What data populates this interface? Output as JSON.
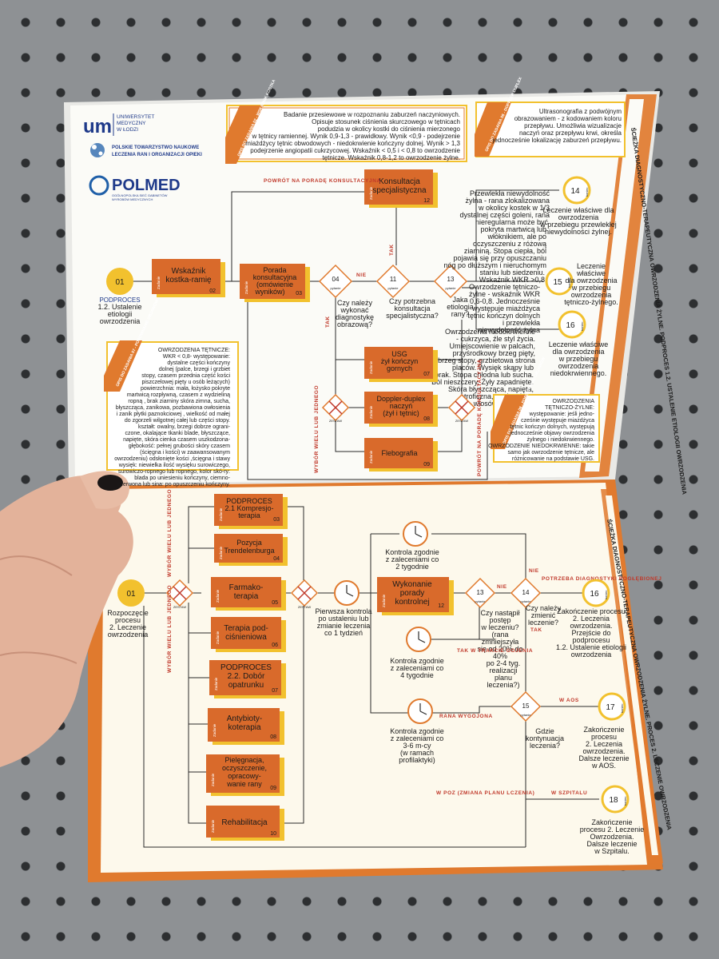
{
  "logos": {
    "um": {
      "mark": "um",
      "lines": [
        "UNIWERSYTET",
        "MEDYCZNY",
        "W ŁODZI"
      ]
    },
    "ptn": {
      "lines": [
        "POLSKIE TOWARZYSTWO NAUKOWE",
        "LECZENIA RAN I ORGANIZACJI OPIEKI"
      ]
    },
    "polmed": {
      "name": "POLMED",
      "sub1": "OGÓLNOPOLSKA SIEĆ GABINETÓW",
      "sub2": "WYROBÓW MEDYCZNYCH"
    }
  },
  "top": {
    "side_title": "ŚCIEŻKA DIAGNOSTYCZNO-TERAPEUTYCZNA OWRZODZENIA ŻYLNE. PODPROCES 1.2. USTALENIE ETIOLOGII OWRZODZENIA",
    "tag_wkr": "OPIS DO ZADANIA 02 - WSKAŹNIK KOSTKA",
    "tag_usg": "OPIS DO ZADANIA 08 - DOPPLER-DUPLEX",
    "tag_ozt": "OPIS DO ZADANIA 08 - POROWNANIE OBJAWÓW",
    "tag_ozz": "OPIS DO ZADANIA 07 - POROWNANIE OBJAWÓW",
    "wkr_desc": [
      "Badanie przesiewowe w rozpoznaniu zaburzeń naczyniowych.",
      "Opisuje stosunek ciśnienia skurczowego w tętnicach",
      "podudzia w okolicy kostki do ciśnienia mierzonego",
      "w tętnicy ramiennej. Wynik 0,9-1,3 - prawidłowy. Wynik <0,9 - podejrzenie",
      "miażdżycy tętnic obwodowych - niedokrwienie kończyny dolnej. Wynik > 1,3",
      "podejrzenie angiopatii cukrzycowej. Wskaźnik < 0,5 i < 0,8 to owrzodzenie",
      "tętnicze. Wskaźnik 0,8-1,2 to owrzodzenie żylne."
    ],
    "usg_desc": [
      "Ultrasonografia z podwójnym",
      "obrazowaniem - z kodowaniem koloru",
      "przepływu. Umożliwia wizualizacje",
      "naczyń oraz przepływu krwi, określa",
      "jednocześnie lokalizację zaburzeń przepływu."
    ],
    "ot_desc": [
      "OWRZODZENIA TĘTNICZE:",
      "WKR < 0,8- występowanie:",
      "dystalne części kończyny",
      "dolnej (palce, brzegi i grzbiet",
      "stopy, czasem przednia część kości",
      "piszczelowej pięty u osób leżących)",
      "powierzchnia: mała, łożysko pokryte",
      "martwicą rozpływną, czasem z wydzieliną",
      "ropną , brak ziarniny skóra zimna, sucha,",
      "błyszcząca, zanikowa, pozbawiona owłosienia",
      "i zanik płytki paznokciowej , wielkość od małej",
      "do zgorzeli wilgotnej całej lub części stopy.",
      "kształt: owalny, brzegi dobrze ograni-",
      "czone, okalające tkanki blade, błyszczące,",
      "napięte, skóra cienka czasem uszkodzona-",
      "głębokość: pełnej grubości skóry czasem",
      "(ścięgna i kości) w zaawansowanym",
      "owrzodzeniu) odsłonięte kości ,ścięgna i stawy",
      "wysięk: niewielka ilość wysięku surowiczego,",
      "surowiczo-ropnego lub ropnego, kolor skó-ry:",
      "blada po uniesieniu kończyny, ciemno-",
      "czerwona lub sina: po opuszczeniu kończyny."
    ],
    "n01": "01",
    "n01_label": [
      "PODPROCES",
      "1.2. Ustalenie",
      "etiologii",
      "owrzodzenia"
    ],
    "t02": [
      "Wskaźnik",
      "kostka-ramię"
    ],
    "t02_num": "02",
    "t03": [
      "Porada",
      "konsultacyjna",
      "(omówienie",
      "wyników)"
    ],
    "t03_num": "03",
    "t12": [
      "Konsultacja",
      "specjalistyczna"
    ],
    "t12_num": "12",
    "q04": "04",
    "q04_text": [
      "Czy należy",
      "wykonać",
      "diagnostykę",
      "obrazową?"
    ],
    "q11": "11",
    "q11_text": [
      "Czy potrzebna",
      "konsultacja",
      "specjalistyczna?"
    ],
    "q13": "13",
    "q13_text": [
      "Jaka",
      "etiologia",
      "rany?"
    ],
    "e14": "14",
    "e15": "15",
    "e16": "16",
    "koniec": "koniec",
    "e14_text": [
      "Leczenie właściwe dla",
      "owrzodzenia",
      "w przebiegu przewlekłej",
      "niewydolności żylnej."
    ],
    "e15_text": [
      "Leczenie",
      "właściwe",
      "dla owrzodzenia",
      "w przebiegu",
      "owrzodzenia",
      "tętniczo-żylnego."
    ],
    "e16_text": [
      "Leczenie właściwe",
      "dla owrzodzenia",
      "w przebiegu",
      "owrzodzenia",
      "niedokrwiennego."
    ],
    "pnz_text": [
      "Przewlekła niewydolność",
      "żylna - rana zlokalizowana",
      "w okolicy kostek w 1/3",
      "dystalnej części goleni, rana",
      "nieregularna może być",
      "pokryta martwicą lub",
      "włóknikiem, ale po",
      "oczyszczeniu z różową",
      "ziarniną. Stopa ciepła, ból",
      "pojawia się przy opuszczaniu",
      "nóg po dłuższym i nieruchomym",
      "staniu lub siedzeniu.",
      "Wskaźnik WKR >0,8"
    ],
    "otz_text": [
      "Owrzodzenie tętniczo-",
      "żylne - wskaźnik WKR",
      "0,6-0,8. Jednocześnie",
      "występuje miażdżyca",
      "tętnic kończyn dolnych",
      "i przewlekła",
      "niewydolność żylna"
    ],
    "on_text": [
      "Owrzodzenia niedokrwienne",
      "- cukrzyca, źle styl życia.",
      "Umiejscowienie w palcach,",
      "przyśrodkowy brzeg pięty,",
      "brzeg stopy, grzbietowa strona",
      "placów. Wysięk skąpy lub",
      "brak. Stopa chłodna lub sucha.",
      "Ból nieszczery. Żyły zapadnięte.",
      "Skóra błyszcząca, napięta,",
      "atroficzna, pozbawiona",
      "włosów. WKR <0,6"
    ],
    "ozt2_text": [
      "OWRZODZENIA",
      "TĘTNICZO-ŻYLNE:",
      "występowanie: jeśli jedno-",
      "cześnie występuje miażdżyca",
      "tętnic kończyn dolnych, występują",
      "jednocześnie objawy owrzodzenia",
      "żylnego i niedokrwiennego.",
      "OWRZODZENIE NIEDOKRWIENNE: takie",
      "samo jak owrzodzenie tętnicze, ale",
      "różnicowanie na podstawie USG."
    ],
    "t07": [
      "USG",
      "żył kończyn",
      "gornych"
    ],
    "t07_num": "07",
    "t08": [
      "Doppler-duplex",
      "naczyń",
      "(żył i tętnic)"
    ],
    "t08_num": "08",
    "t09": [
      "Flebografia"
    ],
    "t09_num": "09",
    "zadanie": "Zadanie",
    "pytanie": "pytanie",
    "lbl_powrot1": "POWRÓT NA PORADĘ KONSULTACYJNĄ",
    "lbl_powrot2": "POWRÓT NA PORADĘ KONSULTACYJNĄ",
    "lbl_nie": "NIE",
    "lbl_tak": "TAK",
    "lbl_tak2": "TAK",
    "lbl_wybor": "WYBÓR WIELU LUB JEDNEGO",
    "lbl_zestaw": "ZESTAW"
  },
  "bottom": {
    "side_title": "ŚCIEŻKA DIAGNOSTYCZNO-TERAPEUTYCZNA OWRZODZENIA ŻYLNE. PROCES 2. LECZENIE OWRZODZENIA",
    "n01": "01",
    "n01_label": [
      "Rozpoczęcie",
      "procesu",
      "2. Leczenie",
      "owrzodzenia"
    ],
    "tasks": [
      {
        "lines": [
          "PODPROCES",
          "2.1 Kompresjo-",
          "terapia"
        ],
        "num": "03"
      },
      {
        "lines": [
          "Pozycja",
          "Trendelenburga"
        ],
        "num": "04"
      },
      {
        "lines": [
          "Farmako-",
          "terapia"
        ],
        "num": "05"
      },
      {
        "lines": [
          "Terapia pod-",
          "ciśnieniowa"
        ],
        "num": "06"
      },
      {
        "lines": [
          "PODPROCES",
          "2.2. Dobór",
          "opatrunku"
        ],
        "num": "07"
      },
      {
        "lines": [
          "Antybioty-",
          "koterapia"
        ],
        "num": "08"
      },
      {
        "lines": [
          "Pielęgnacja,",
          "oczyszczenie,",
          "opracowy-",
          "wanie rany"
        ],
        "num": "09"
      },
      {
        "lines": [
          "Rehabilitacja"
        ],
        "num": "10"
      }
    ],
    "lbl_wybor": "WYBÓR WIELU LUB JEDNEGO",
    "lbl_zestaw": "ZESTAW",
    "timer1": [
      "Pierwsza kontrola",
      "po ustaleniu lub",
      "zmianie leczenia",
      "co 1 tydzień"
    ],
    "timer2": [
      "Kontrola zgodnie",
      "z zaleceniami co",
      "2 tygodnie"
    ],
    "timer3": [
      "Kontrola zgodnie",
      "z zaleceniami co",
      "4 tygodnie"
    ],
    "timer4": [
      "Kontrola zgodnie",
      "z zaleceniami co",
      "3-6 m-cy",
      "(w ramach",
      "profilaktyki)"
    ],
    "t12": [
      "Wykonanie",
      "porady",
      "kontrolnej"
    ],
    "t12_num": "12",
    "q13": "13",
    "q13_text": [
      "Czy nastąpił",
      "postęp",
      "w leczeniu?",
      "(rana",
      "zmniejszyła",
      "się od 20% do",
      "40%",
      "po 2-4 tyg.",
      "realizacji",
      "planu",
      "leczenia?)"
    ],
    "q14": "14",
    "q14_text": [
      "Czy należy",
      "zmienić",
      "leczenie?"
    ],
    "q15": "15",
    "q15_text": [
      "Gdzie",
      "kontynuacja",
      "leczenia?"
    ],
    "e16": "16",
    "e16_text": [
      "Zakończenie procesu",
      "2. Leczenia",
      "owrzodzenia.",
      "Przejście do",
      "podprocesu",
      "1.2. Ustalenie etiologii",
      "owrzodzenia"
    ],
    "e17": "17",
    "e17_text": [
      "Zakończenie",
      "procesu",
      "2. Leczenia",
      "owrzodzenia.",
      "Dalsze leczenie",
      "w AOS."
    ],
    "e18": "18",
    "e18_text": [
      "Zakończenie",
      "procesu 2. Leczenie",
      "Owrzodzenia.",
      "Dalsze leczenie",
      "w Szpitalu."
    ],
    "koniec": "koniec",
    "zadanie": "Zadanie",
    "pytanie": "pytanie",
    "lbl_nie": "NIE",
    "lbl_tak": "TAK",
    "lbl_tak2": "TAK W TRAKCIE GOJENIA",
    "lbl_potrzeba": "POTRZEBA DIAGNOSTYKI POGŁĘBIONEJ",
    "lbl_rana": "RANA WYGOJONA",
    "lbl_waos": "W AOS",
    "lbl_poz": "W POZ (ZMIANA PLANU LCZENIA)",
    "lbl_szpital": "W SZPITALU"
  },
  "colors": {
    "orange": "#e07a2e",
    "yellow": "#f2c12e",
    "dark": "#2a2a2a",
    "red": "#c0392b"
  }
}
